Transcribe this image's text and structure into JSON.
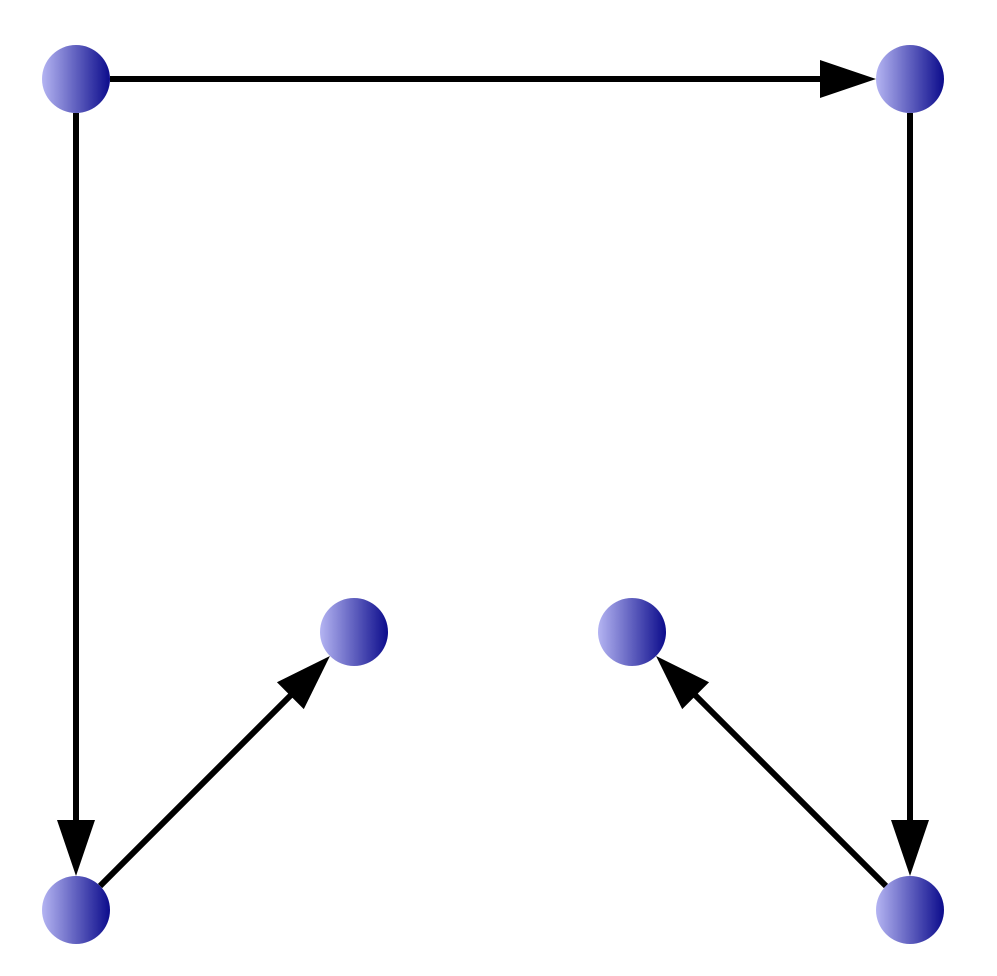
{
  "graph": {
    "directed": true,
    "node_color_light": "#b4b4f2",
    "node_color_dark": "#0c0c8c",
    "edge_color": "#000000",
    "nodes": [
      {
        "id": "n1"
      },
      {
        "id": "n2"
      },
      {
        "id": "n3"
      },
      {
        "id": "n4"
      },
      {
        "id": "n5"
      },
      {
        "id": "n6"
      }
    ],
    "edges": [
      {
        "from": "n1",
        "to": "n2"
      },
      {
        "from": "n1",
        "to": "n3"
      },
      {
        "from": "n3",
        "to": "n4"
      },
      {
        "from": "n2",
        "to": "n6"
      },
      {
        "from": "n6",
        "to": "n5"
      }
    ]
  }
}
